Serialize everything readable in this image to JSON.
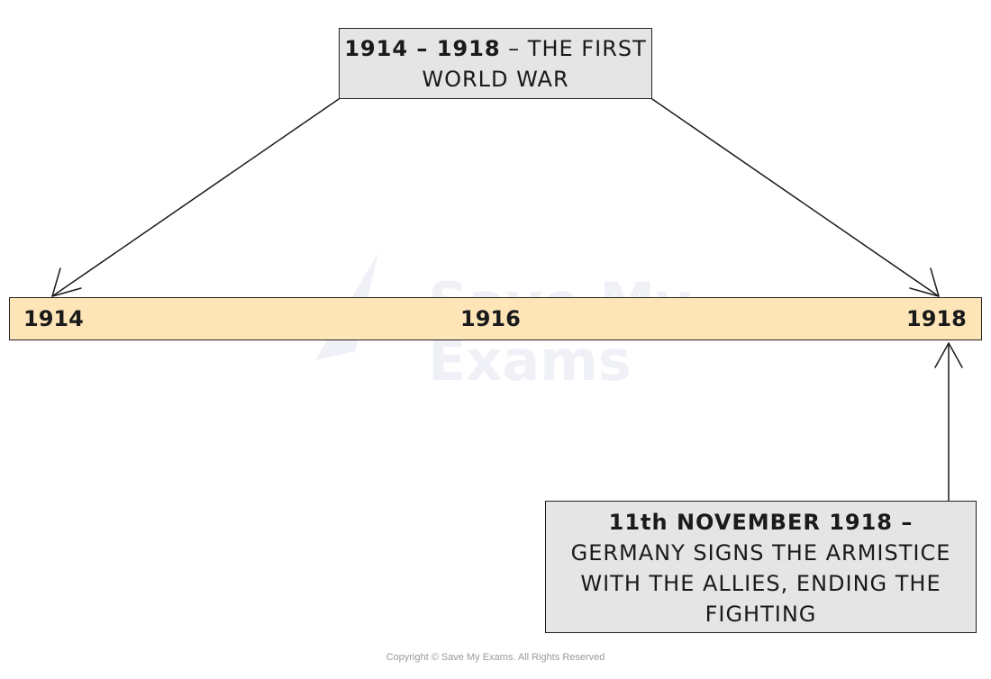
{
  "title_box": {
    "dates": "1914 – 1918",
    "text": " – THE FIRST WORLD WAR"
  },
  "timeline": {
    "years": [
      "1914",
      "1916",
      "1918"
    ],
    "bar_color": "#fde5b8"
  },
  "event_box": {
    "date": "11th NOVEMBER 1918 –",
    "text": "GERMANY SIGNS THE ARMISTICE WITH THE ALLIES, ENDING THE FIGHTING"
  },
  "watermark": {
    "line1": "Save My",
    "line2": "Exams"
  },
  "copyright": "Copyright © Save My Exams. All Rights Reserved",
  "colors": {
    "box_fill": "#e5e5e5",
    "stroke": "#222222"
  }
}
